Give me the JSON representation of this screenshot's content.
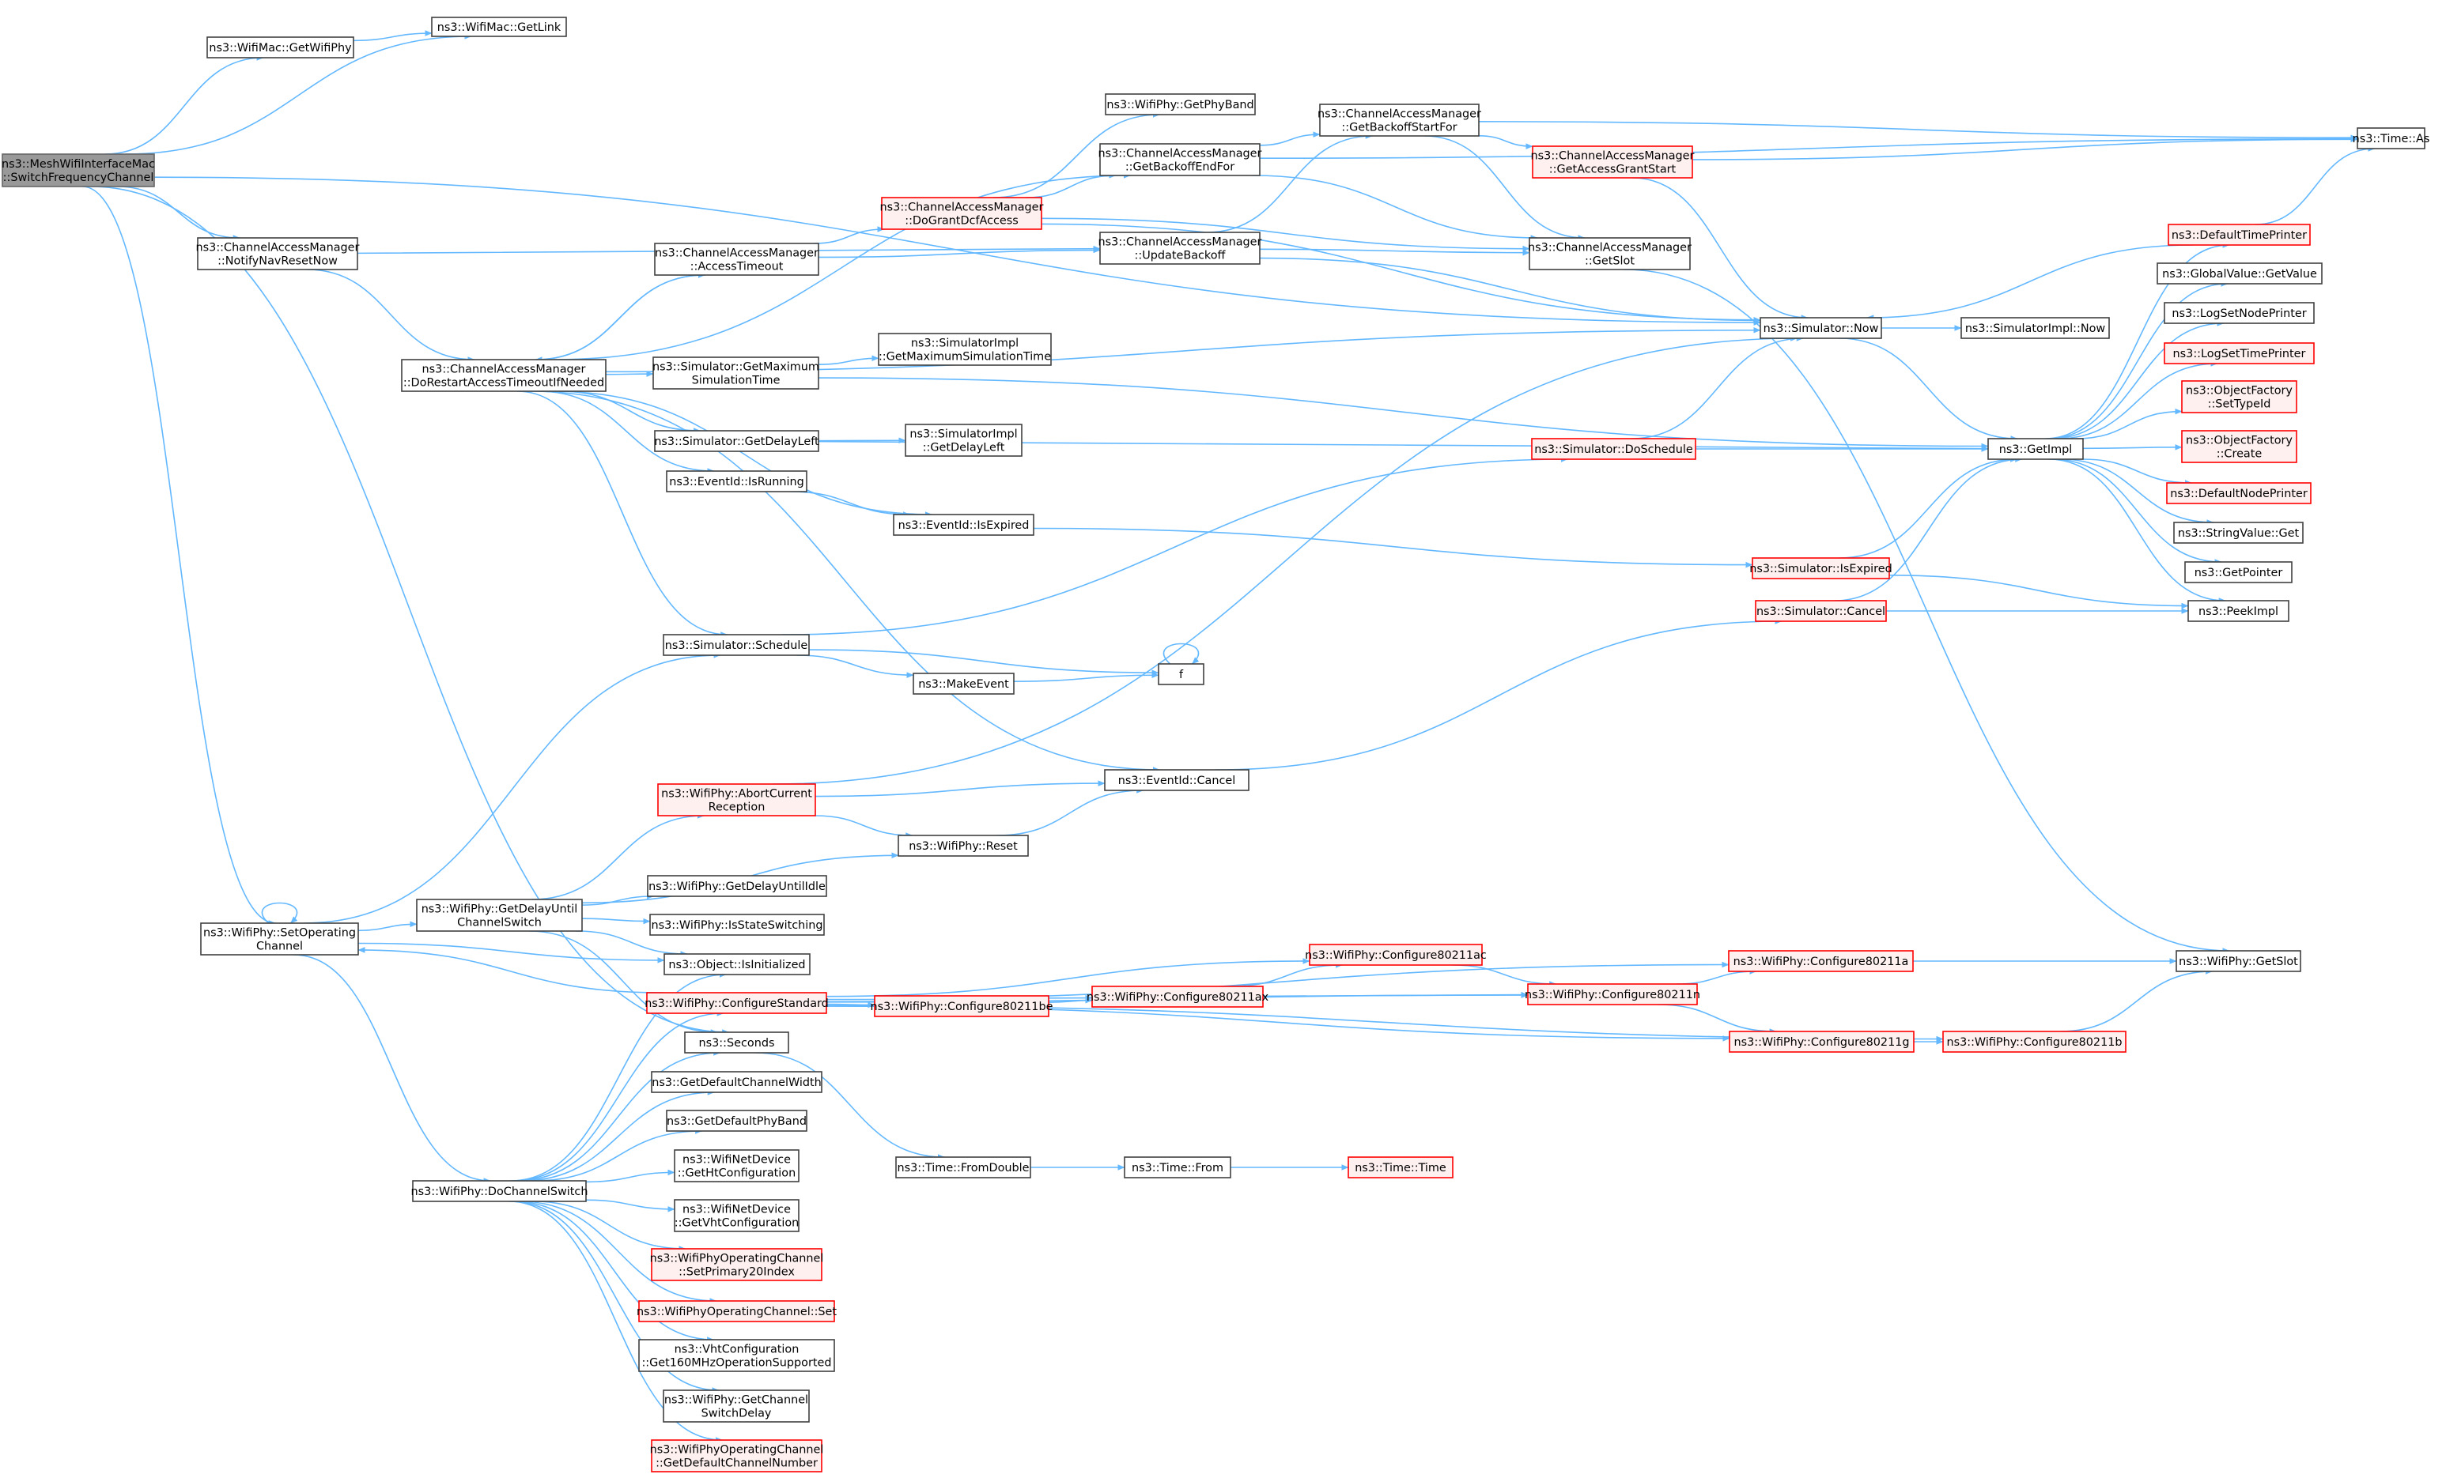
{
  "graph": {
    "title": "",
    "root_id": "root",
    "nodes": [
      {
        "id": "root",
        "lines": [
          "ns3::MeshWifiInterfaceMac",
          "::SwitchFrequencyChannel"
        ],
        "style": "root"
      },
      {
        "id": "getLink",
        "lines": [
          "ns3::WifiMac::GetLink"
        ],
        "style": "normal"
      },
      {
        "id": "getWifiPhy",
        "lines": [
          "ns3::WifiMac::GetWifiPhy"
        ],
        "style": "normal"
      },
      {
        "id": "getPhyBand",
        "lines": [
          "ns3::WifiPhy::GetPhyBand"
        ],
        "style": "normal"
      },
      {
        "id": "getBackoffStartFor",
        "lines": [
          "ns3::ChannelAccessManager",
          "::GetBackoffStartFor"
        ],
        "style": "normal"
      },
      {
        "id": "getBackoffEndFor",
        "lines": [
          "ns3::ChannelAccessManager",
          "::GetBackoffEndFor"
        ],
        "style": "normal"
      },
      {
        "id": "timeAs",
        "lines": [
          "ns3::Time::As"
        ],
        "style": "normal"
      },
      {
        "id": "getAccessGrantStart",
        "lines": [
          "ns3::ChannelAccessManager",
          "::GetAccessGrantStart"
        ],
        "style": "red"
      },
      {
        "id": "doGrantDcfAccess",
        "lines": [
          "ns3::ChannelAccessManager",
          "::DoGrantDcfAccess"
        ],
        "style": "red"
      },
      {
        "id": "defaultTimePrinter",
        "lines": [
          "ns3::DefaultTimePrinter"
        ],
        "style": "red"
      },
      {
        "id": "notifyNavResetNow",
        "lines": [
          "ns3::ChannelAccessManager",
          "::NotifyNavResetNow"
        ],
        "style": "normal"
      },
      {
        "id": "accessTimeout",
        "lines": [
          "ns3::ChannelAccessManager",
          "::AccessTimeout"
        ],
        "style": "normal"
      },
      {
        "id": "cam_getSlot",
        "lines": [
          "ns3::ChannelAccessManager",
          "::GetSlot"
        ],
        "style": "normal"
      },
      {
        "id": "globalValueGetValue",
        "lines": [
          "ns3::GlobalValue::GetValue"
        ],
        "style": "normal"
      },
      {
        "id": "updateBackoff",
        "lines": [
          "ns3::ChannelAccessManager",
          "::UpdateBackoff"
        ],
        "style": "normal"
      },
      {
        "id": "logSetNodePrinter",
        "lines": [
          "ns3::LogSetNodePrinter"
        ],
        "style": "normal"
      },
      {
        "id": "doRestart",
        "lines": [
          "ns3::ChannelAccessManager",
          "::DoRestartAccessTimeoutIfNeeded"
        ],
        "style": "normal"
      },
      {
        "id": "simNow",
        "lines": [
          "ns3::Simulator::Now"
        ],
        "style": "normal"
      },
      {
        "id": "simImplNow",
        "lines": [
          "ns3::SimulatorImpl::Now"
        ],
        "style": "normal"
      },
      {
        "id": "simGetMaxSimTime",
        "lines": [
          "ns3::Simulator::GetMaximum",
          "SimulationTime"
        ],
        "style": "normal"
      },
      {
        "id": "simImplGetMaxSimTime",
        "lines": [
          "ns3::SimulatorImpl",
          "::GetMaximumSimulationTime"
        ],
        "style": "normal"
      },
      {
        "id": "logSetTimePrinter",
        "lines": [
          "ns3::LogSetTimePrinter"
        ],
        "style": "red"
      },
      {
        "id": "ofSetTypeId",
        "lines": [
          "ns3::ObjectFactory",
          "::SetTypeId"
        ],
        "style": "red"
      },
      {
        "id": "simGetDelayLeft",
        "lines": [
          "ns3::Simulator::GetDelayLeft"
        ],
        "style": "normal"
      },
      {
        "id": "simImplGetDelayLeft",
        "lines": [
          "ns3::SimulatorImpl",
          "::GetDelayLeft"
        ],
        "style": "normal"
      },
      {
        "id": "simDoSchedule",
        "lines": [
          "ns3::Simulator::DoSchedule"
        ],
        "style": "red"
      },
      {
        "id": "getImpl",
        "lines": [
          "ns3::GetImpl"
        ],
        "style": "normal"
      },
      {
        "id": "ofCreate",
        "lines": [
          "ns3::ObjectFactory",
          "::Create"
        ],
        "style": "red"
      },
      {
        "id": "eventIsRunning",
        "lines": [
          "ns3::EventId::IsRunning"
        ],
        "style": "normal"
      },
      {
        "id": "defaultNodePrinter",
        "lines": [
          "ns3::DefaultNodePrinter"
        ],
        "style": "red"
      },
      {
        "id": "eventIsExpired",
        "lines": [
          "ns3::EventId::IsExpired"
        ],
        "style": "normal"
      },
      {
        "id": "stringValueGet",
        "lines": [
          "ns3::StringValue::Get"
        ],
        "style": "normal"
      },
      {
        "id": "simIsExpired",
        "lines": [
          "ns3::Simulator::IsExpired"
        ],
        "style": "red"
      },
      {
        "id": "getPointer",
        "lines": [
          "ns3::GetPointer"
        ],
        "style": "normal"
      },
      {
        "id": "simCancel",
        "lines": [
          "ns3::Simulator::Cancel"
        ],
        "style": "red"
      },
      {
        "id": "peekImpl",
        "lines": [
          "ns3::PeekImpl"
        ],
        "style": "normal"
      },
      {
        "id": "simSchedule",
        "lines": [
          "ns3::Simulator::Schedule"
        ],
        "style": "normal"
      },
      {
        "id": "makeEvent",
        "lines": [
          "ns3::MakeEvent"
        ],
        "style": "normal"
      },
      {
        "id": "f",
        "lines": [
          "f"
        ],
        "style": "normal"
      },
      {
        "id": "eventCancel",
        "lines": [
          "ns3::EventId::Cancel"
        ],
        "style": "normal"
      },
      {
        "id": "abortCurrentReception",
        "lines": [
          "ns3::WifiPhy::AbortCurrent",
          "Reception"
        ],
        "style": "red"
      },
      {
        "id": "wifiPhyReset",
        "lines": [
          "ns3::WifiPhy::Reset"
        ],
        "style": "normal"
      },
      {
        "id": "getDelayUntilChannelSwitch",
        "lines": [
          "ns3::WifiPhy::GetDelayUntil",
          "ChannelSwitch"
        ],
        "style": "normal"
      },
      {
        "id": "getDelayUntilIdle",
        "lines": [
          "ns3::WifiPhy::GetDelayUntilIdle"
        ],
        "style": "normal"
      },
      {
        "id": "isStateSwitching",
        "lines": [
          "ns3::WifiPhy::IsStateSwitching"
        ],
        "style": "normal"
      },
      {
        "id": "setOperatingChannel",
        "lines": [
          "ns3::WifiPhy::SetOperating",
          "Channel"
        ],
        "style": "normal"
      },
      {
        "id": "objIsInitialized",
        "lines": [
          "ns3::Object::IsInitialized"
        ],
        "style": "normal"
      },
      {
        "id": "cfg80211ac",
        "lines": [
          "ns3::WifiPhy::Configure80211ac"
        ],
        "style": "red"
      },
      {
        "id": "cfg80211a",
        "lines": [
          "ns3::WifiPhy::Configure80211a"
        ],
        "style": "red"
      },
      {
        "id": "wifiPhyGetSlot",
        "lines": [
          "ns3::WifiPhy::GetSlot"
        ],
        "style": "normal"
      },
      {
        "id": "configureStandard",
        "lines": [
          "ns3::WifiPhy::ConfigureStandard"
        ],
        "style": "red"
      },
      {
        "id": "cfg80211be",
        "lines": [
          "ns3::WifiPhy::Configure80211be"
        ],
        "style": "red"
      },
      {
        "id": "cfg80211ax",
        "lines": [
          "ns3::WifiPhy::Configure80211ax"
        ],
        "style": "red"
      },
      {
        "id": "cfg80211n",
        "lines": [
          "ns3::WifiPhy::Configure80211n"
        ],
        "style": "red"
      },
      {
        "id": "cfg80211g",
        "lines": [
          "ns3::WifiPhy::Configure80211g"
        ],
        "style": "red"
      },
      {
        "id": "cfg80211b",
        "lines": [
          "ns3::WifiPhy::Configure80211b"
        ],
        "style": "red"
      },
      {
        "id": "seconds",
        "lines": [
          "ns3::Seconds"
        ],
        "style": "normal"
      },
      {
        "id": "getDefaultChannelWidth",
        "lines": [
          "ns3::GetDefaultChannelWidth"
        ],
        "style": "normal"
      },
      {
        "id": "getDefaultPhyBand",
        "lines": [
          "ns3::GetDefaultPhyBand"
        ],
        "style": "normal"
      },
      {
        "id": "timeFromDouble",
        "lines": [
          "ns3::Time::FromDouble"
        ],
        "style": "normal"
      },
      {
        "id": "timeFrom",
        "lines": [
          "ns3::Time::From"
        ],
        "style": "normal"
      },
      {
        "id": "timeTime",
        "lines": [
          "ns3::Time::Time"
        ],
        "style": "red"
      },
      {
        "id": "getHtConfiguration",
        "lines": [
          "ns3::WifiNetDevice",
          "::GetHtConfiguration"
        ],
        "style": "normal"
      },
      {
        "id": "doChannelSwitch",
        "lines": [
          "ns3::WifiPhy::DoChannelSwitch"
        ],
        "style": "normal"
      },
      {
        "id": "getVhtConfiguration",
        "lines": [
          "ns3::WifiNetDevice",
          "::GetVhtConfiguration"
        ],
        "style": "normal"
      },
      {
        "id": "setPrimary20Index",
        "lines": [
          "ns3::WifiPhyOperatingChannel",
          "::SetPrimary20Index"
        ],
        "style": "red"
      },
      {
        "id": "wpocSet",
        "lines": [
          "ns3::WifiPhyOperatingChannel::Set"
        ],
        "style": "red"
      },
      {
        "id": "get160MHz",
        "lines": [
          "ns3::VhtConfiguration",
          "::Get160MHzOperationSupported"
        ],
        "style": "normal"
      },
      {
        "id": "getChannelSwitchDelay",
        "lines": [
          "ns3::WifiPhy::GetChannel",
          "SwitchDelay"
        ],
        "style": "normal"
      },
      {
        "id": "getDefaultChannelNumber",
        "lines": [
          "ns3::WifiPhyOperatingChannel",
          "::GetDefaultChannelNumber"
        ],
        "style": "red"
      }
    ],
    "edges": [
      [
        "root",
        "getLink"
      ],
      [
        "root",
        "getWifiPhy"
      ],
      [
        "getWifiPhy",
        "getLink"
      ],
      [
        "root",
        "simNow"
      ],
      [
        "root",
        "notifyNavResetNow"
      ],
      [
        "root",
        "setOperatingChannel"
      ],
      [
        "root",
        "seconds"
      ],
      [
        "notifyNavResetNow",
        "doRestart"
      ],
      [
        "notifyNavResetNow",
        "updateBackoff"
      ],
      [
        "doRestart",
        "accessTimeout"
      ],
      [
        "doRestart",
        "getBackoffEndFor"
      ],
      [
        "doRestart",
        "simNow"
      ],
      [
        "doRestart",
        "simGetMaxSimTime"
      ],
      [
        "doRestart",
        "simGetDelayLeft"
      ],
      [
        "doRestart",
        "eventIsRunning"
      ],
      [
        "doRestart",
        "eventIsExpired"
      ],
      [
        "doRestart",
        "simSchedule"
      ],
      [
        "doRestart",
        "eventCancel"
      ],
      [
        "accessTimeout",
        "doRestart"
      ],
      [
        "accessTimeout",
        "doGrantDcfAccess"
      ],
      [
        "accessTimeout",
        "updateBackoff"
      ],
      [
        "doGrantDcfAccess",
        "getPhyBand"
      ],
      [
        "doGrantDcfAccess",
        "getBackoffEndFor"
      ],
      [
        "doGrantDcfAccess",
        "cam_getSlot"
      ],
      [
        "doGrantDcfAccess",
        "simNow"
      ],
      [
        "getBackoffEndFor",
        "getBackoffStartFor"
      ],
      [
        "getBackoffEndFor",
        "cam_getSlot"
      ],
      [
        "getBackoffEndFor",
        "timeAs"
      ],
      [
        "getBackoffStartFor",
        "timeAs"
      ],
      [
        "getBackoffStartFor",
        "getAccessGrantStart"
      ],
      [
        "getBackoffStartFor",
        "cam_getSlot"
      ],
      [
        "getAccessGrantStart",
        "timeAs"
      ],
      [
        "getAccessGrantStart",
        "simNow"
      ],
      [
        "updateBackoff",
        "getBackoffStartFor"
      ],
      [
        "updateBackoff",
        "cam_getSlot"
      ],
      [
        "updateBackoff",
        "simNow"
      ],
      [
        "cam_getSlot",
        "wifiPhyGetSlot"
      ],
      [
        "simNow",
        "simImplNow"
      ],
      [
        "simNow",
        "getImpl"
      ],
      [
        "simGetMaxSimTime",
        "simImplGetMaxSimTime"
      ],
      [
        "simGetMaxSimTime",
        "getImpl"
      ],
      [
        "simGetDelayLeft",
        "simImplGetDelayLeft"
      ],
      [
        "simGetDelayLeft",
        "getImpl"
      ],
      [
        "eventIsRunning",
        "eventIsExpired"
      ],
      [
        "eventIsExpired",
        "simIsExpired"
      ],
      [
        "simIsExpired",
        "getImpl"
      ],
      [
        "simIsExpired",
        "peekImpl"
      ],
      [
        "simCancel",
        "getImpl"
      ],
      [
        "simCancel",
        "peekImpl"
      ],
      [
        "simDoSchedule",
        "simNow"
      ],
      [
        "simDoSchedule",
        "getImpl"
      ],
      [
        "getImpl",
        "defaultTimePrinter"
      ],
      [
        "getImpl",
        "globalValueGetValue"
      ],
      [
        "getImpl",
        "logSetNodePrinter"
      ],
      [
        "getImpl",
        "logSetTimePrinter"
      ],
      [
        "getImpl",
        "ofSetTypeId"
      ],
      [
        "getImpl",
        "ofCreate"
      ],
      [
        "getImpl",
        "defaultNodePrinter"
      ],
      [
        "getImpl",
        "stringValueGet"
      ],
      [
        "getImpl",
        "getPointer"
      ],
      [
        "getImpl",
        "peekImpl"
      ],
      [
        "defaultTimePrinter",
        "timeAs"
      ],
      [
        "defaultTimePrinter",
        "simNow"
      ],
      [
        "simSchedule",
        "simDoSchedule"
      ],
      [
        "simSchedule",
        "makeEvent"
      ],
      [
        "simSchedule",
        "f"
      ],
      [
        "makeEvent",
        "f"
      ],
      [
        "f",
        "f"
      ],
      [
        "eventCancel",
        "simCancel"
      ],
      [
        "abortCurrentReception",
        "eventCancel"
      ],
      [
        "abortCurrentReception",
        "wifiPhyReset"
      ],
      [
        "abortCurrentReception",
        "simNow"
      ],
      [
        "wifiPhyReset",
        "eventCancel"
      ],
      [
        "setOperatingChannel",
        "setOperatingChannel"
      ],
      [
        "setOperatingChannel",
        "simSchedule"
      ],
      [
        "setOperatingChannel",
        "getDelayUntilChannelSwitch"
      ],
      [
        "setOperatingChannel",
        "objIsInitialized"
      ],
      [
        "setOperatingChannel",
        "doChannelSwitch"
      ],
      [
        "getDelayUntilChannelSwitch",
        "abortCurrentReception"
      ],
      [
        "getDelayUntilChannelSwitch",
        "wifiPhyReset"
      ],
      [
        "getDelayUntilChannelSwitch",
        "getDelayUntilIdle"
      ],
      [
        "getDelayUntilChannelSwitch",
        "isStateSwitching"
      ],
      [
        "getDelayUntilChannelSwitch",
        "objIsInitialized"
      ],
      [
        "getDelayUntilChannelSwitch",
        "seconds"
      ],
      [
        "configureStandard",
        "setOperatingChannel"
      ],
      [
        "configureStandard",
        "cfg80211a"
      ],
      [
        "configureStandard",
        "cfg80211ac"
      ],
      [
        "configureStandard",
        "cfg80211be"
      ],
      [
        "configureStandard",
        "cfg80211ax"
      ],
      [
        "configureStandard",
        "cfg80211n"
      ],
      [
        "configureStandard",
        "cfg80211g"
      ],
      [
        "configureStandard",
        "cfg80211b"
      ],
      [
        "cfg80211be",
        "cfg80211ax"
      ],
      [
        "cfg80211ax",
        "cfg80211ac"
      ],
      [
        "cfg80211ax",
        "cfg80211n"
      ],
      [
        "cfg80211ac",
        "cfg80211n"
      ],
      [
        "cfg80211n",
        "cfg80211a"
      ],
      [
        "cfg80211n",
        "cfg80211g"
      ],
      [
        "cfg80211g",
        "cfg80211b"
      ],
      [
        "cfg80211a",
        "wifiPhyGetSlot"
      ],
      [
        "cfg80211b",
        "wifiPhyGetSlot"
      ],
      [
        "seconds",
        "timeFromDouble"
      ],
      [
        "timeFromDouble",
        "timeFrom"
      ],
      [
        "timeFrom",
        "timeTime"
      ],
      [
        "doChannelSwitch",
        "objIsInitialized"
      ],
      [
        "doChannelSwitch",
        "configureStandard"
      ],
      [
        "doChannelSwitch",
        "seconds"
      ],
      [
        "doChannelSwitch",
        "getDefaultChannelWidth"
      ],
      [
        "doChannelSwitch",
        "getDefaultPhyBand"
      ],
      [
        "doChannelSwitch",
        "getHtConfiguration"
      ],
      [
        "doChannelSwitch",
        "getVhtConfiguration"
      ],
      [
        "doChannelSwitch",
        "setPrimary20Index"
      ],
      [
        "doChannelSwitch",
        "wpocSet"
      ],
      [
        "doChannelSwitch",
        "get160MHz"
      ],
      [
        "doChannelSwitch",
        "getChannelSwitchDelay"
      ],
      [
        "doChannelSwitch",
        "getDefaultChannelNumber"
      ]
    ]
  }
}
